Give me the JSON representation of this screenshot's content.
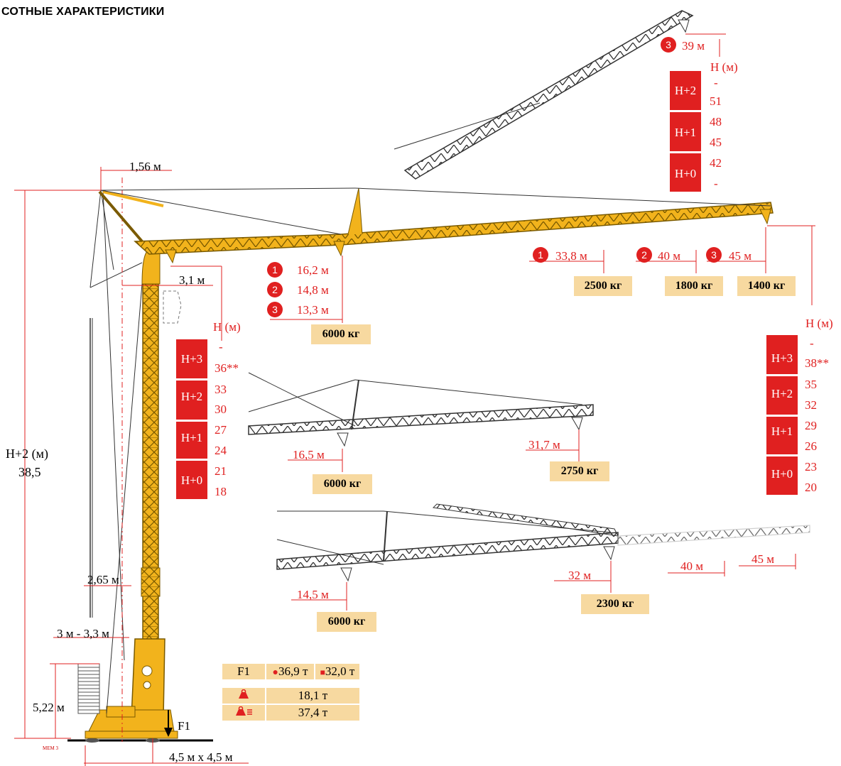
{
  "title": "СОТНЫЕ ХАРАКТЕРИСТИКИ",
  "colors": {
    "crane": "#f2b31c",
    "crane_outline": "#7a5a00",
    "red": "#e02020",
    "kg_box": "#f7d9a0",
    "dim_line": "#e02020"
  },
  "dims": {
    "top_offset": "1,56 м",
    "mast_offset": "3,1 м",
    "base_offset": "2,65 м",
    "ballast_width": "3 м - 3,3 м",
    "ballast_height": "5,22 м",
    "base_size": "4,5 м x 4,5 м",
    "height_label": "H+2 (м)",
    "height_value": "38,5",
    "f1": "F1",
    "mark": "MEM 3"
  },
  "left_heights": {
    "header": "H (м)",
    "blocks": [
      "H+3",
      "H+2",
      "H+1",
      "H+0"
    ],
    "values": [
      "-",
      "36**",
      "33",
      "30",
      "27",
      "24",
      "21",
      "18"
    ]
  },
  "right_heights": {
    "header": "H (м)",
    "blocks": [
      "H+3",
      "H+2",
      "H+1",
      "H+0"
    ],
    "values": [
      "-",
      "38**",
      "35",
      "32",
      "29",
      "26",
      "23",
      "20"
    ]
  },
  "top_heights": {
    "header": "H (м)",
    "blocks": [
      "H+2",
      "H+1",
      "H+0"
    ],
    "values": [
      "-",
      "51",
      "48",
      "45",
      "42",
      "-"
    ],
    "luffed_reach": "39 м",
    "luffed_badge": "3"
  },
  "main_jib": {
    "inner": {
      "rows": [
        {
          "badge": "1",
          "value": "16,2 м"
        },
        {
          "badge": "2",
          "value": "14,8 м"
        },
        {
          "badge": "3",
          "value": "13,3 м"
        }
      ],
      "load": "6000 кг"
    },
    "outer": [
      {
        "badge": "1",
        "reach": "33,8 м",
        "load": "2500 кг"
      },
      {
        "badge": "2",
        "reach": "40 м",
        "load": "1800 кг"
      },
      {
        "badge": "3",
        "reach": "45 м",
        "load": "1400 кг"
      }
    ]
  },
  "short_jib": {
    "inner_reach": "16,5 м",
    "inner_load": "6000 кг",
    "outer_reach": "31,7 м",
    "outer_load": "2750 кг"
  },
  "folded_jib": {
    "inner_reach": "14,5 м",
    "inner_load": "6000 кг",
    "outer_reach": "32 м",
    "outer_load": "2300 кг",
    "ext1": "40 м",
    "ext2": "45 м"
  },
  "loads_table": {
    "f1_label": "F1",
    "f1_a": "36,9 т",
    "f1_b": "32,0 т",
    "row2": "18,1 т",
    "row3": "37,4 т"
  }
}
